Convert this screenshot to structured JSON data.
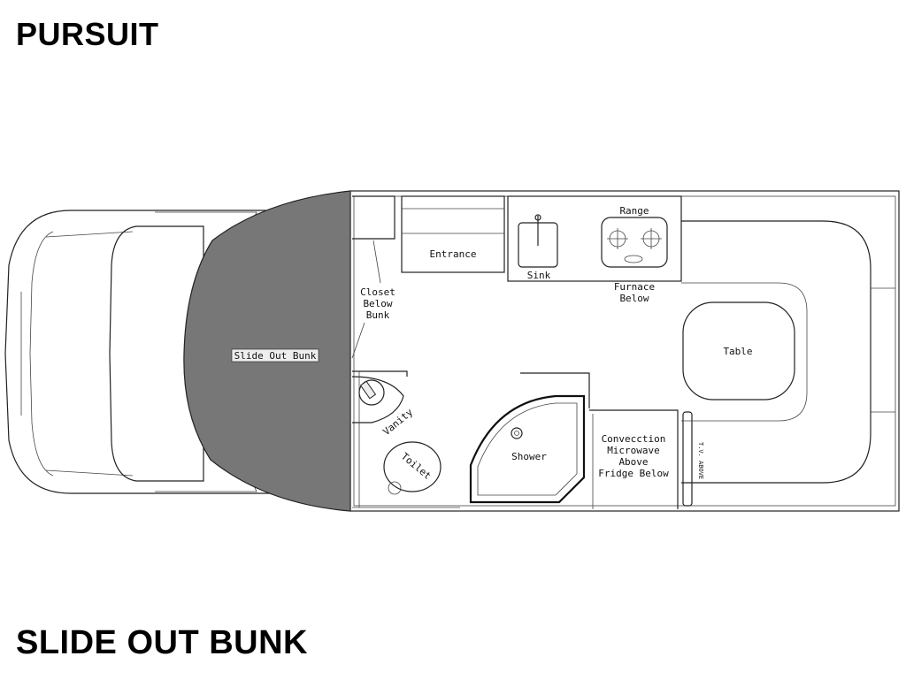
{
  "title": "PURSUIT",
  "subtitle": "SLIDE OUT BUNK",
  "labels": {
    "slide_out_bunk": "Slide Out Bunk",
    "entrance": "Entrance",
    "closet": [
      "Closet",
      "Below",
      "Bunk"
    ],
    "sink": "Sink",
    "range": "Range",
    "furnace": [
      "Furnace",
      "Below"
    ],
    "table": "Table",
    "vanity": "Vanity",
    "toilet": "Toilet",
    "shower": "Shower",
    "appliances": [
      "Convecction",
      "Microwave",
      "Above",
      "Fridge Below"
    ],
    "side_tag": "T.V. ABOVE"
  },
  "colors": {
    "bunk_fill": "#777777",
    "line": "#222222",
    "background": "#ffffff"
  }
}
